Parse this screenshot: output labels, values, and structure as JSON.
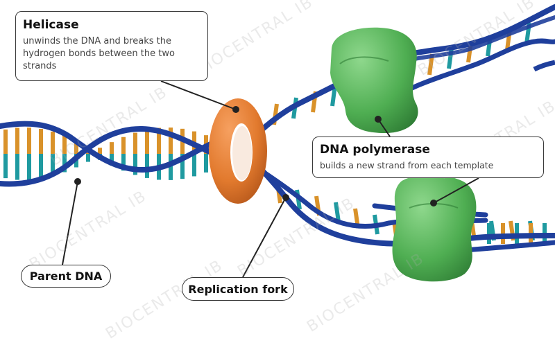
{
  "callouts": {
    "helicase": {
      "title": "Helicase",
      "description": "unwinds the DNA and breaks the hydrogen bonds between the two strands"
    },
    "polymerase": {
      "title": "DNA polymerase",
      "description": "builds a new strand from each template"
    }
  },
  "labels": {
    "parent_dna": "Parent DNA",
    "replication_fork": "Replication fork"
  },
  "watermark": "BIOCENTRAL IB",
  "colors": {
    "backbone": "#1f3f9c",
    "base_orange": "#d9922a",
    "base_teal": "#1f9aa0",
    "helicase": "#e27a2e",
    "polymerase": "#4fae52"
  }
}
